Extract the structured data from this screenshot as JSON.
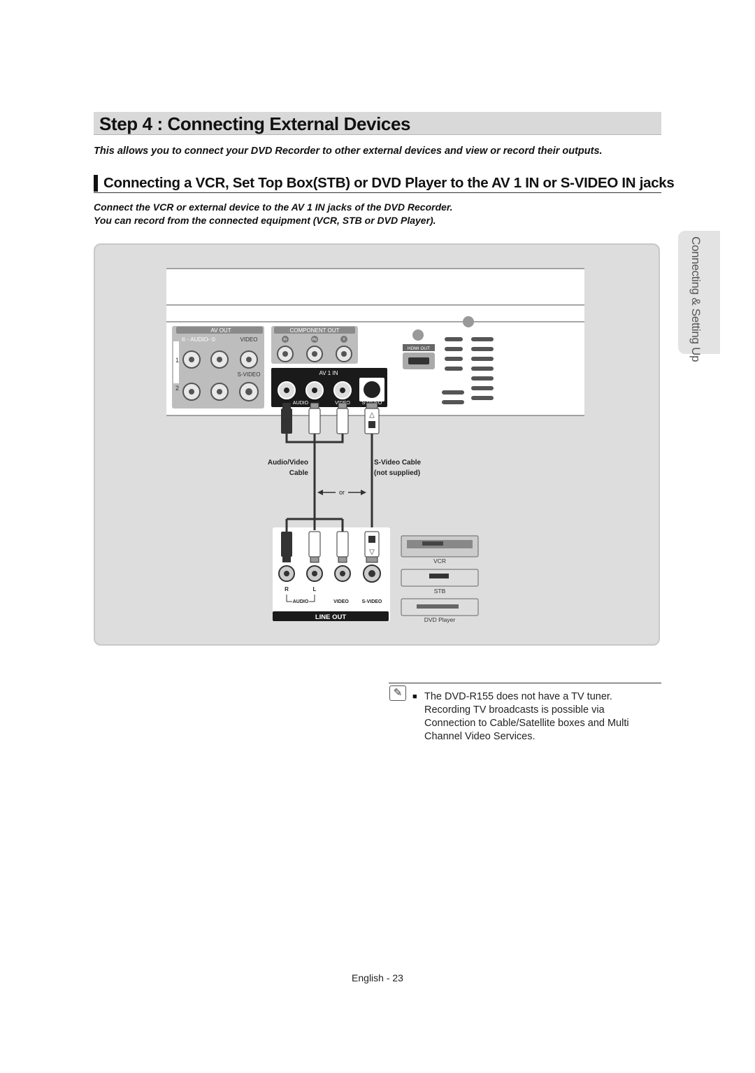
{
  "header": {
    "step_title": "Step 4 : Connecting External Devices",
    "intro": "This allows you to connect your DVD Recorder to other external devices and view or record their outputs."
  },
  "section": {
    "title": "Connecting a VCR, Set Top Box(STB) or DVD Player to the AV 1 IN or S-VIDEO IN jacks",
    "lines": [
      "Connect the VCR or external device to the AV 1 IN jacks of the DVD Recorder.",
      "You can record from the connected equipment (VCR, STB or DVD Player)."
    ]
  },
  "side_tab": {
    "label": "Connecting & Setting Up"
  },
  "diagram": {
    "av_out": "AV OUT",
    "audio_rl": "® - AUDIO- ©",
    "video": "VIDEO",
    "svideo_upper": "S-VIDEO",
    "row1": "1",
    "row2": "2",
    "component_out": "COMPONENT OUT",
    "comp_labels": [
      "Pr",
      "Pb",
      "Y"
    ],
    "hdmi_out": "HDMI OUT",
    "av1_in": "AV 1 IN",
    "av1_audio": "AUDIO",
    "av1_video": "VIDEO",
    "av1_svideo": "S-VIDEO",
    "av_cable_line1": "Audio/Video",
    "av_cable_line2": "Cable",
    "sv_cable_line1": "S-Video Cable",
    "sv_cable_line2": "(not supplied)",
    "or_label": "or",
    "jack_r": "R",
    "jack_l": "L",
    "line_audio": "AUDIO",
    "line_video": "VIDEO",
    "line_svideo": "S-VIDEO",
    "line_out": "LINE OUT",
    "device_vcr": "VCR",
    "device_stb": "STB",
    "device_dvd": "DVD Player"
  },
  "note": {
    "bullet": "■",
    "text": "The DVD-R155 does not have a TV tuner. Recording TV broadcasts is possible via Connection to Cable/Satellite boxes and Multi Channel Video Services."
  },
  "footer": {
    "page_label": "English - 23"
  }
}
